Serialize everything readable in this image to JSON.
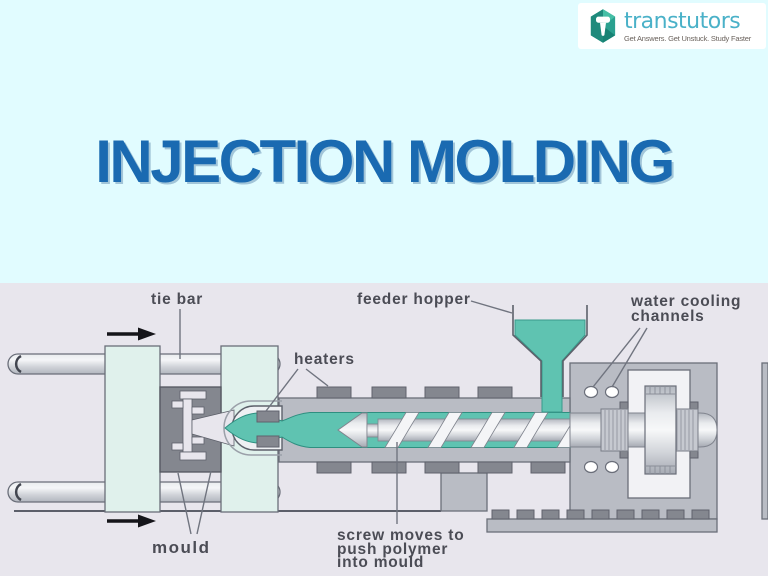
{
  "logo": {
    "brand": "transtutors",
    "tagline": "Get Answers. Get Unstuck. Study Faster"
  },
  "title": "INJECTION MOLDING",
  "diagram": {
    "labels": {
      "tie_bar": "tie bar",
      "feeder_hopper": "feeder hopper",
      "water_cooling_line1": "water cooling",
      "water_cooling_line2": "channels",
      "heaters": "heaters",
      "mould": "mould",
      "screw_line1": "screw moves to",
      "screw_line2": "push polymer",
      "screw_line3": "into mould"
    }
  },
  "colors": {
    "slide_background": "#e1fcff",
    "diagram_background": "#e8e6ed",
    "title_blue": "#1a6ab1",
    "polymer_teal": "#5fc3b1",
    "machine_gray": "#b9bcc4",
    "dark_gray": "#84878f",
    "platen_mint": "#e0f1ec",
    "logo_teal": "#4ab1c8",
    "label_text": "#4b4c55"
  }
}
